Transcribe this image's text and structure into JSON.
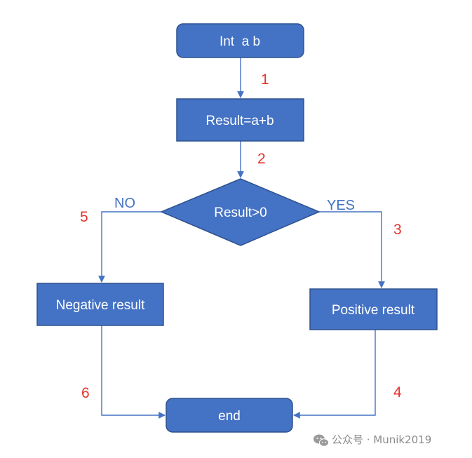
{
  "nodes": {
    "start": "Int  a b",
    "compute": "Result=a+b",
    "decision": "Result>0",
    "negative": "Negative result",
    "positive": "Positive result",
    "end": "end"
  },
  "branches": {
    "no": "NO",
    "yes": "YES"
  },
  "steps": [
    "1",
    "2",
    "3",
    "4",
    "5",
    "6"
  ],
  "watermark": {
    "icon": "wechat-icon",
    "text": "公众号 · Munik2019"
  },
  "colors": {
    "node_fill": "#4472c4",
    "node_border": "#2f528f",
    "edge": "#4472c4",
    "step_number": "#e5322d",
    "branch_label": "#4472c4"
  }
}
